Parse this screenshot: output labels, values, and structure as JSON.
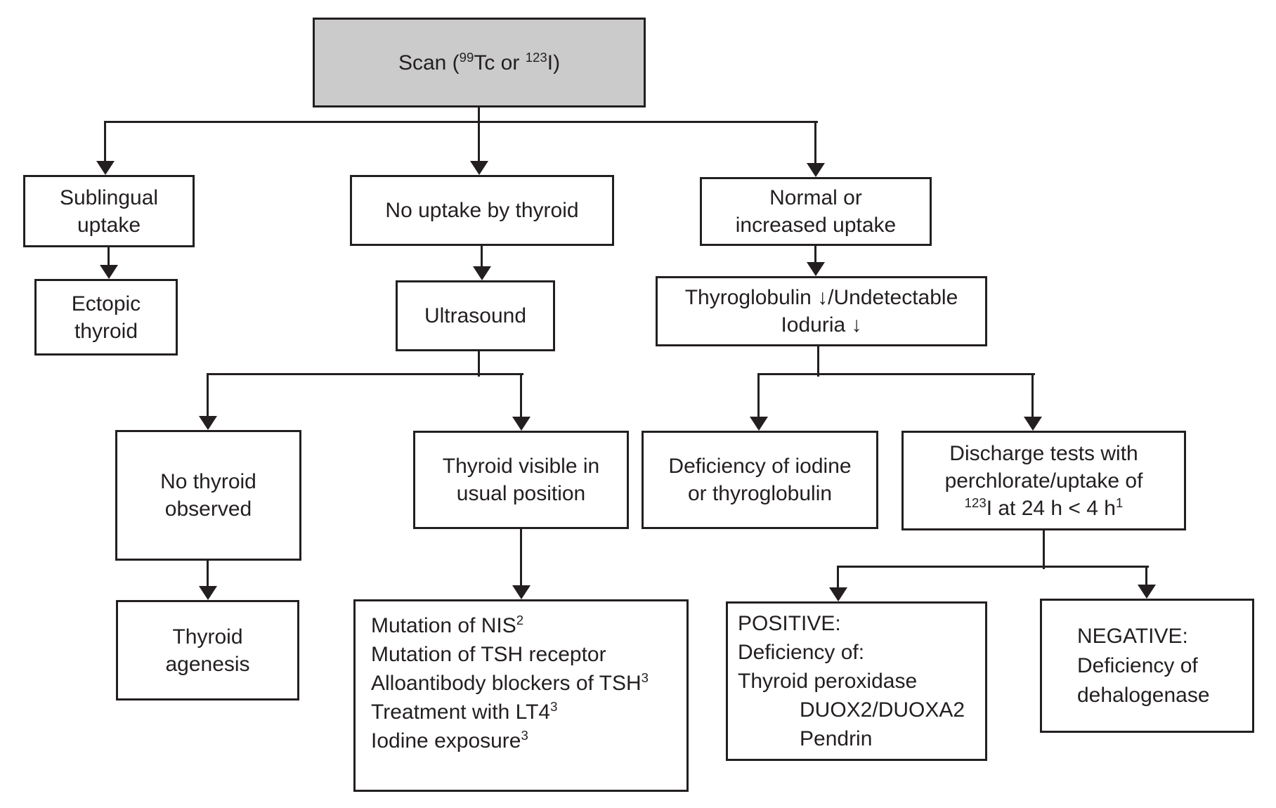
{
  "colors": {
    "background": "#ffffff",
    "box_fill": "#ffffff",
    "scan_box_fill": "#cbcbcb",
    "line": "#231f20",
    "text": "#231f20"
  },
  "nodes": {
    "scan": {
      "pre": "Scan (",
      "sup_a": "99",
      "mid": "Tc or ",
      "sup_b": "123",
      "post": "I)"
    },
    "sublingual": {
      "l1": "Sublingual",
      "l2": "uptake"
    },
    "no_uptake": {
      "l1": "No uptake by thyroid"
    },
    "normal_uptake": {
      "l1": "Normal or",
      "l2": "increased uptake"
    },
    "ectopic": {
      "l1": "Ectopic",
      "l2": "thyroid"
    },
    "ultrasound": {
      "l1": "Ultrasound"
    },
    "thyroglobulin": {
      "l1": "Thyroglobulin ↓/Undetectable",
      "l2": "Ioduria ↓"
    },
    "no_thyroid_observed": {
      "l1": "No thyroid",
      "l2": "observed"
    },
    "thyroid_visible": {
      "l1": "Thyroid visible in",
      "l2": "usual position"
    },
    "deficiency_iodine": {
      "l1": "Deficiency of iodine",
      "l2": "or thyroglobulin"
    },
    "discharge_tests": {
      "l1": "Discharge tests with",
      "l2": "perchlorate/uptake of",
      "l3_sup_a": "123",
      "l3_main": "I at 24 h < 4 h",
      "l3_sup_b": "1"
    },
    "agenesis": {
      "l1": "Thyroid",
      "l2": "agenesis"
    },
    "mutation_list": {
      "l1": "Mutation of NIS",
      "l1_sup": "2",
      "l2": "Mutation of TSH receptor",
      "l3": "Alloantibody blockers of TSH",
      "l3_sup": "3",
      "l4": "Treatment with LT4",
      "l4_sup": "3",
      "l5": "Iodine exposure",
      "l5_sup": "3"
    },
    "positive": {
      "l1": "POSITIVE:",
      "l2": "Deficiency of:",
      "l3": "Thyroid peroxidase",
      "l4": "DUOX2/DUOXA2",
      "l5": "Pendrin"
    },
    "negative": {
      "l1": "NEGATIVE:",
      "l2": "Deficiency of",
      "l3": "dehalogenase"
    }
  }
}
